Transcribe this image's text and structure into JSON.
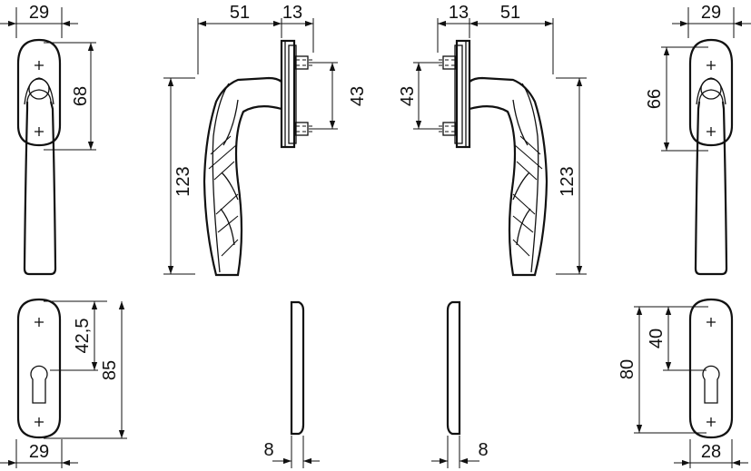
{
  "views": {
    "front_left": {
      "width": "29",
      "height": "68"
    },
    "side_left": {
      "projection": "51",
      "base": "13",
      "height": "123",
      "screw_spacing": "43"
    },
    "side_right": {
      "base": "13",
      "projection": "51",
      "height": "123",
      "screw_spacing": "43"
    },
    "front_right": {
      "width": "29",
      "height": "66"
    },
    "plate_left": {
      "width": "29",
      "center": "42,5",
      "height": "85"
    },
    "plate_profile_left": {
      "thickness": "8"
    },
    "plate_profile_right": {
      "thickness": "8"
    },
    "plate_right": {
      "width": "28",
      "center": "40",
      "height": "80"
    }
  }
}
